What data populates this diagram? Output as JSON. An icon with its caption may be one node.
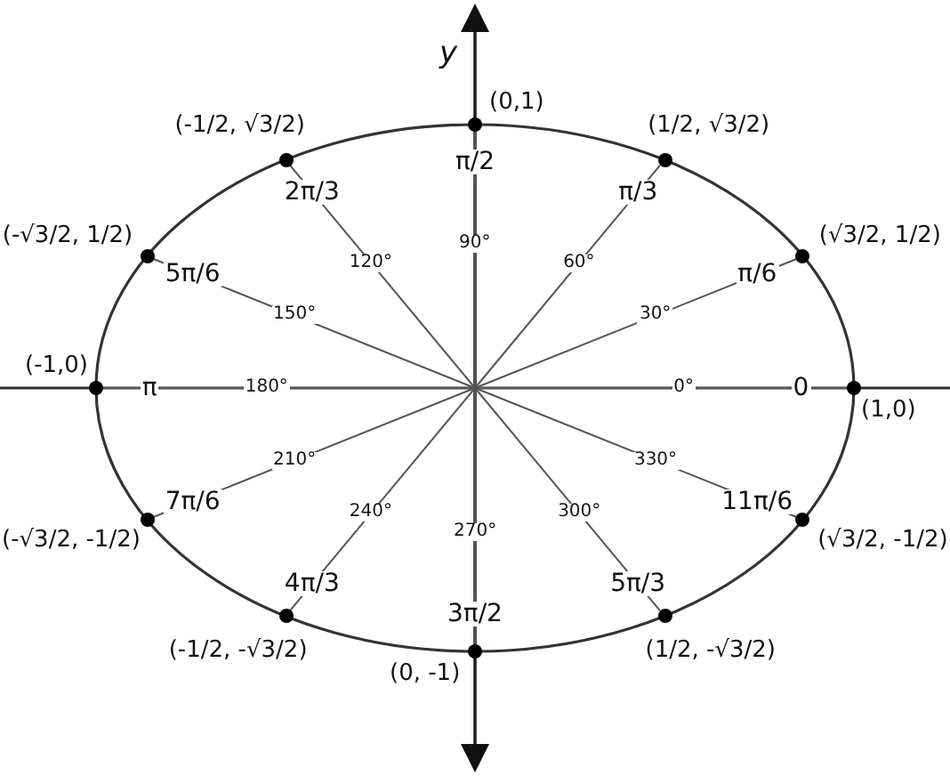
{
  "diagram": {
    "nodes": [
      {
        "text": [
          "(1,0)",
          "0"
        ]
      },
      {
        "text": [
          "(√3/2, 1/2)",
          "π/6"
        ]
      },
      {
        "text": [
          "(1/2, √3/2)",
          "π/3"
        ]
      },
      {
        "text": [
          "(0,1)",
          "π/2"
        ]
      },
      {
        "text": [
          "(-1/2, √3/2)",
          "2π/3"
        ]
      },
      {
        "text": [
          "(-√3/2, 1/2)",
          "5π/6"
        ]
      },
      {
        "text": [
          "(-1,0)",
          "π"
        ]
      },
      {
        "text": [
          "7π/6",
          "(-√3/2, -1/2)"
        ]
      },
      {
        "text": [
          "4π/3",
          "(-1/2, -√3/2)"
        ]
      },
      {
        "text": [
          "3π/2",
          "(0, -1)"
        ]
      },
      {
        "text": [
          "5π/3",
          "(1/2, -√3/2)"
        ]
      },
      {
        "text": [
          "11π/6",
          "(√3/2, -1/2)"
        ]
      }
    ],
    "edges": [
      {
        "from": null,
        "to": 0,
        "arrow": "none",
        "label": "0°"
      },
      {
        "from": null,
        "to": 1,
        "arrow": "none",
        "label": "30°"
      },
      {
        "from": null,
        "to": 2,
        "arrow": "none",
        "label": "60°"
      },
      {
        "from": null,
        "to": 3,
        "arrow": "none",
        "label": "90°"
      },
      {
        "from": null,
        "to": 4,
        "arrow": "none",
        "label": "120°"
      },
      {
        "from": null,
        "to": 5,
        "arrow": "none",
        "label": "150°"
      },
      {
        "from": null,
        "to": 6,
        "arrow": "none",
        "label": "180°"
      },
      {
        "from": null,
        "to": 7,
        "arrow": "none",
        "label": "210°"
      },
      {
        "from": null,
        "to": 8,
        "arrow": "none",
        "label": "240°"
      },
      {
        "from": null,
        "to": 9,
        "arrow": "none",
        "label": "270°"
      },
      {
        "from": null,
        "to": 10,
        "arrow": "none",
        "label": "300°"
      },
      {
        "from": null,
        "to": 11,
        "arrow": "none",
        "label": "330°"
      }
    ],
    "labels": [
      "y"
    ]
  }
}
